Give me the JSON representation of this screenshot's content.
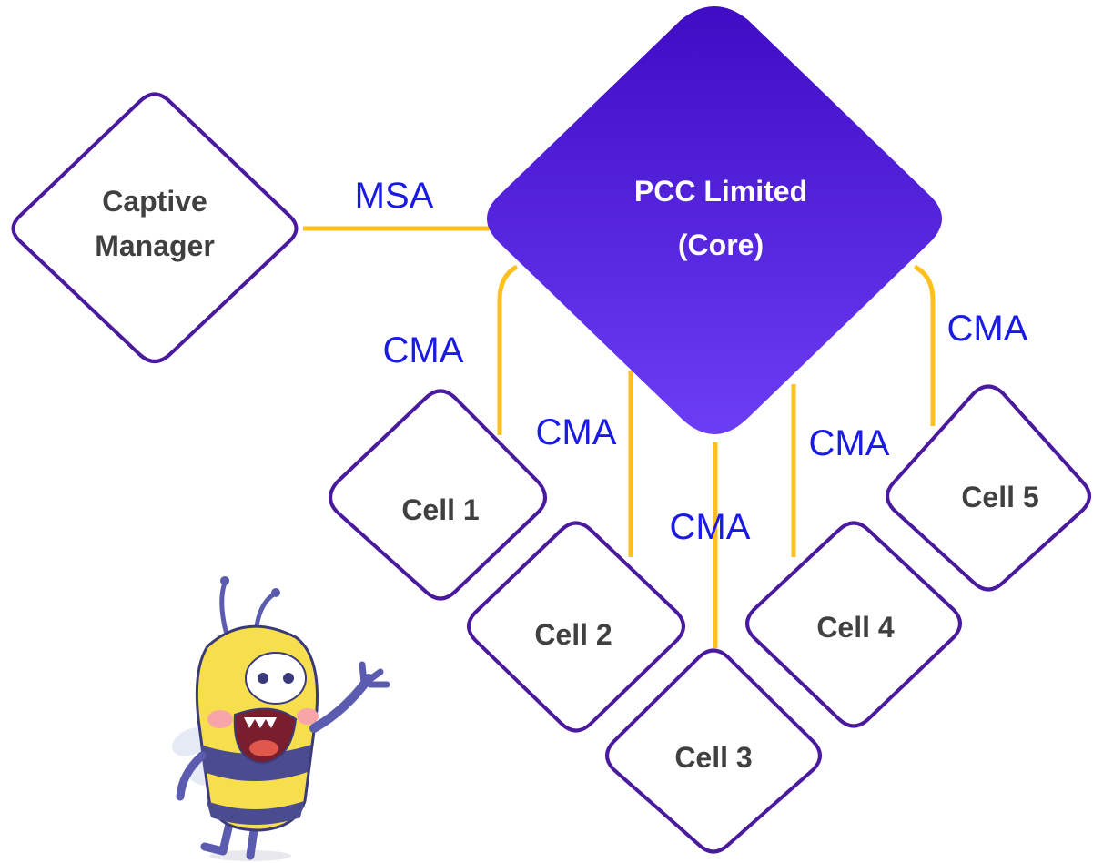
{
  "colors": {
    "connector": "#FFC01E",
    "outline": "#4A1A9E",
    "core_fill_top": "#3F0CC4",
    "core_fill_bottom": "#6B3DF5",
    "label_blue": "#1A1AE6",
    "node_text": "#404040"
  },
  "nodes": {
    "captive_manager": {
      "line1": "Captive",
      "line2": "Manager"
    },
    "core": {
      "line1": "PCC Limited",
      "line2": "(Core)"
    },
    "cell1": {
      "label": "Cell 1"
    },
    "cell2": {
      "label": "Cell 2"
    },
    "cell3": {
      "label": "Cell 3"
    },
    "cell4": {
      "label": "Cell 4"
    },
    "cell5": {
      "label": "Cell 5"
    }
  },
  "edges": {
    "msa": {
      "label": "MSA"
    },
    "cma1": {
      "label": "CMA"
    },
    "cma2": {
      "label": "CMA"
    },
    "cma3": {
      "label": "CMA"
    },
    "cma4": {
      "label": "CMA"
    },
    "cma5": {
      "label": "CMA"
    }
  },
  "mascot": {
    "icon": "bee-mascot-icon"
  }
}
